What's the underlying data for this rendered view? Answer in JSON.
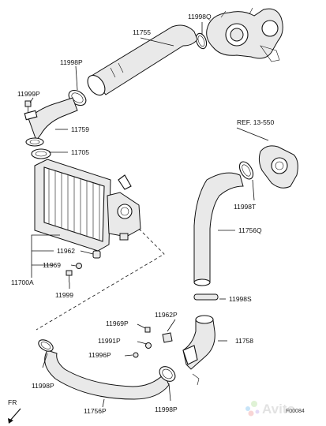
{
  "diagram": {
    "ref_label": "REF. 13-550",
    "figure_code": "F00084",
    "front_marker": "FR",
    "watermark": "Avito"
  },
  "labels": {
    "p11755": "11755",
    "p11998Q": "11998Q",
    "p11998P_top": "11998P",
    "p11999P": "11999P",
    "p11759": "11759",
    "p11705": "11705",
    "p11998T": "11998T",
    "p11756Q": "11756Q",
    "p11962_left": "11962",
    "p11969_left": "11969",
    "p11700A": "11700A",
    "p11999": "11999",
    "p11998S": "11998S",
    "p11969P": "11969P",
    "p11962P": "11962P",
    "p11991P": "11991P",
    "p11758": "11758",
    "p11996P": "11996P",
    "p11998P_left": "11998P",
    "p11756P": "11756P",
    "p11998P_bottom": "11998P"
  }
}
